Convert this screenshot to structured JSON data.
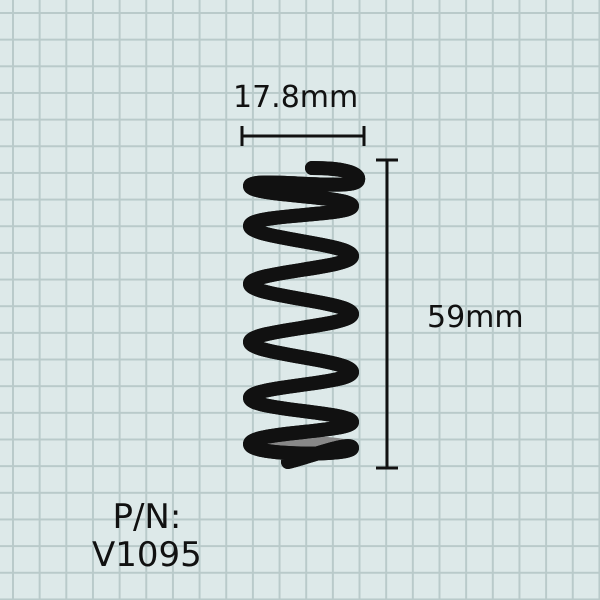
{
  "part": {
    "label": "P/N:",
    "number": "V1095"
  },
  "dimensions": {
    "diameter": "17.8mm",
    "length": "59mm"
  },
  "colors": {
    "background": "#dde9e9",
    "grid": "#b9caca",
    "outline": "#111111",
    "coil": "#ffffff"
  }
}
